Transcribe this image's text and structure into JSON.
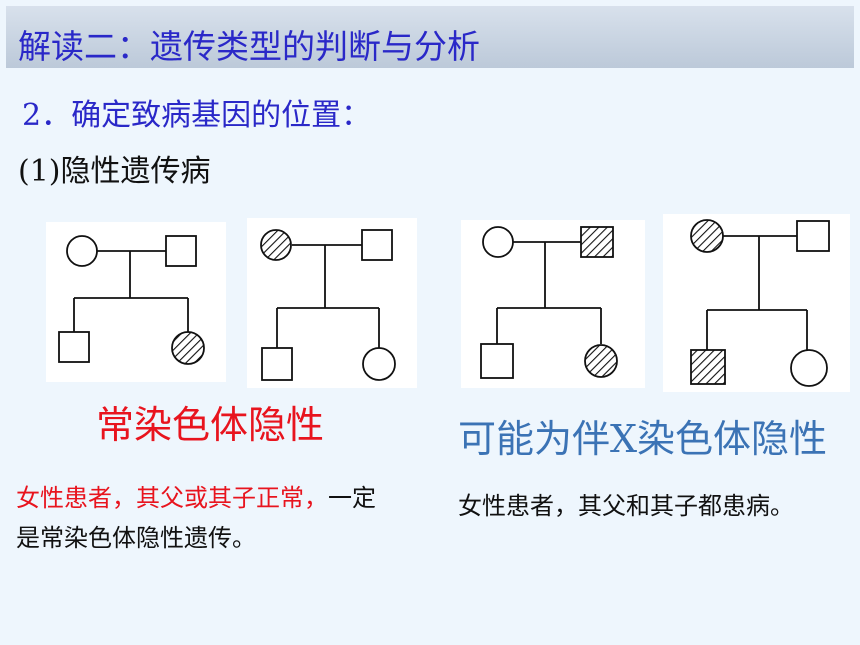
{
  "slide": {
    "title": "解读二：遗传类型的判断与分析",
    "subtitle": "2．确定致病基因的位置：",
    "section": "(1)隐性遗传病",
    "label_left": "常染色体隐性",
    "label_right": "可能为伴X染色体隐性",
    "desc_left_red": "女性患者，其父或其子正常，",
    "desc_left_rest": "一定是常染色体隐性遗传。",
    "desc_right": "女性患者，其父和其子都患病。"
  },
  "colors": {
    "title_blue": "#2a28c8",
    "red": "#e8141e",
    "label_blue": "#3b73b5",
    "background": "#eef6fd"
  },
  "pedigrees": [
    {
      "parents": [
        "unaffected-female",
        "unaffected-male"
      ],
      "children": [
        "unaffected-male",
        "affected-female"
      ]
    },
    {
      "parents": [
        "affected-female",
        "unaffected-male"
      ],
      "children": [
        "unaffected-male",
        "unaffected-female"
      ]
    },
    {
      "parents": [
        "unaffected-female",
        "affected-male"
      ],
      "children": [
        "unaffected-male",
        "affected-female"
      ]
    },
    {
      "parents": [
        "affected-female",
        "unaffected-male"
      ],
      "children": [
        "affected-male",
        "unaffected-female"
      ]
    }
  ]
}
